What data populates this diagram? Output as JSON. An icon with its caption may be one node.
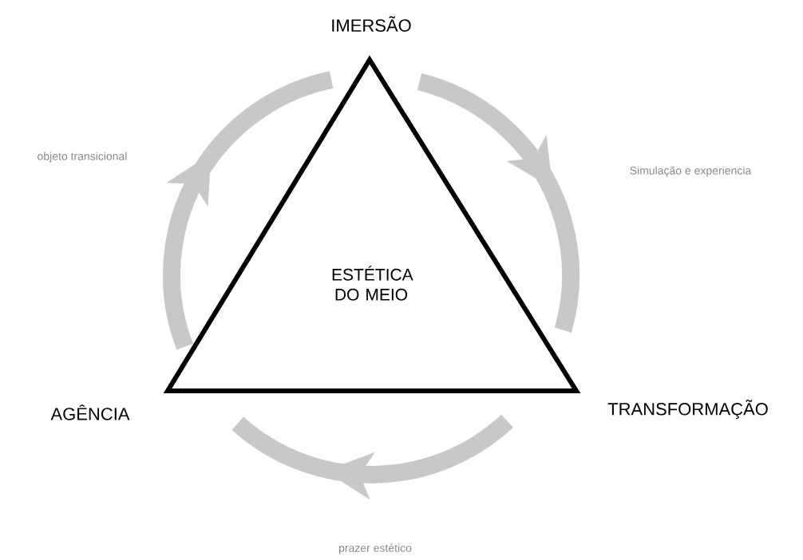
{
  "diagram": {
    "nodes": [
      {
        "text": [
          "IMERSÃO"
        ]
      },
      {
        "text": [
          "ESTÉTICA DO MEIO"
        ]
      },
      {
        "text": [
          "AGÊNCIA"
        ]
      },
      {
        "text": [
          "TRANSFORMAÇÃO"
        ]
      }
    ],
    "labels": [
      "objeto transicional",
      "Simulação e experiencia",
      "prazer estético"
    ]
  }
}
